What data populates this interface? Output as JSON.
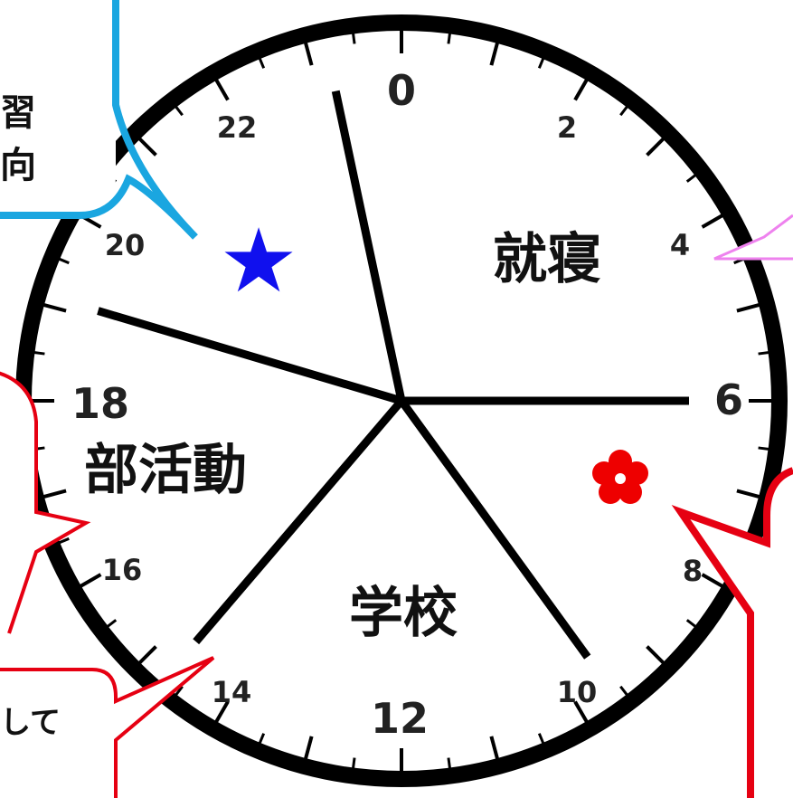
{
  "clock": {
    "hour_labels": {
      "h0": "0",
      "h2": "2",
      "h4": "4",
      "h6": "6",
      "h8": "8",
      "h10": "10",
      "h12": "12",
      "h14": "14",
      "h16": "16",
      "h18": "18",
      "h20": "20",
      "h22": "22"
    },
    "segments": {
      "sleep": "就寝",
      "school": "学校",
      "club": "部活動"
    },
    "divider_hours": [
      6,
      9.6,
      14.7,
      19.1,
      23.2
    ]
  },
  "bubbles": {
    "top_left": {
      "line1": "習",
      "line2": "向"
    },
    "bottom_left": {
      "text": "して"
    }
  },
  "markers": {
    "star": "★",
    "flower_color": "#ee0000",
    "star_color": "#1010ee"
  },
  "colors": {
    "rim": "#000000",
    "bubble_blue": "#1aa6e0",
    "bubble_red": "#e60012",
    "bubble_pink": "#ee82ee"
  }
}
